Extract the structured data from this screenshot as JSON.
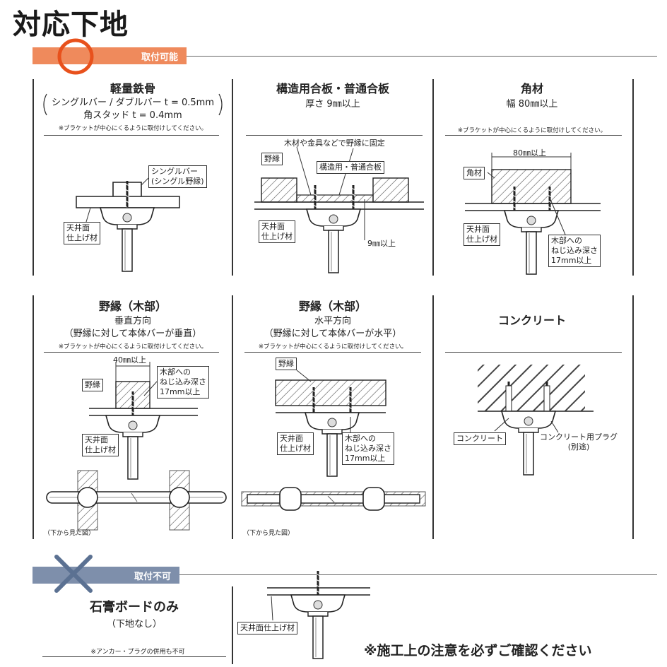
{
  "page_title": "対応下地",
  "ok_banner": {
    "label": "取付可能",
    "accent": "#ef8a5c",
    "circle": "#e8511c"
  },
  "ng_banner": {
    "label": "取付不可",
    "accent": "#7e8fab",
    "cross": "#5b7192"
  },
  "note_center": "※ブラケットが中心にくるように取付けしてください。",
  "panels": {
    "light_steel": {
      "title": "軽量鉄骨",
      "sub1": "シングルバー / ダブルバー t = 0.5mm",
      "sub2": "角スタッド t = 0.4mm",
      "label_bar": "シングルバー\n(シングル野縁)",
      "label_ceiling": "天井面\n仕上げ材"
    },
    "plywood": {
      "title": "構造用合板・普通合板",
      "sub": "厚さ 9㎜以上",
      "label_fix": "木材や金具などで野縁に固定",
      "label_nobuchi": "野縁",
      "label_board": "構造用・普通合板",
      "label_ceiling": "天井面\n仕上げ材",
      "label_thickness": "9㎜以上"
    },
    "square_timber": {
      "title": "角材",
      "sub": "幅 80㎜以上",
      "label_width": "80㎜以上",
      "label_timber": "角材",
      "label_ceiling": "天井面\n仕上げ材",
      "label_depth": "木部への\nねじ込み深さ\n17mm以上"
    },
    "nobuchi_vertical": {
      "title": "野縁（木部）",
      "sub1": "垂直方向",
      "sub2": "（野縁に対して本体バーが垂直）",
      "label_width": "40㎜以上",
      "label_nobuchi": "野縁",
      "label_depth": "木部への\nねじ込み深さ\n17mm以上",
      "label_ceiling": "天井面\n仕上げ材",
      "label_bottom": "（下から見た図）"
    },
    "nobuchi_horizontal": {
      "title": "野縁（木部）",
      "sub1": "水平方向",
      "sub2": "（野縁に対して本体バーが水平）",
      "label_nobuchi": "野縁",
      "label_ceiling": "天井面\n仕上げ材",
      "label_depth": "木部への\nねじ込み深さ\n17mm以上",
      "label_bottom": "（下から見た図）"
    },
    "concrete": {
      "title": "コンクリート",
      "label_concrete": "コンクリート",
      "label_plug": "コンクリート用プラグ\n(別途)"
    },
    "gypsum": {
      "title": "石膏ボードのみ",
      "sub": "（下地なし）",
      "note": "※アンカー・プラグの併用も不可",
      "label_ceiling": "天井面仕上げ材"
    }
  },
  "footer_note": "※施工上の注意を必ずご確認ください"
}
